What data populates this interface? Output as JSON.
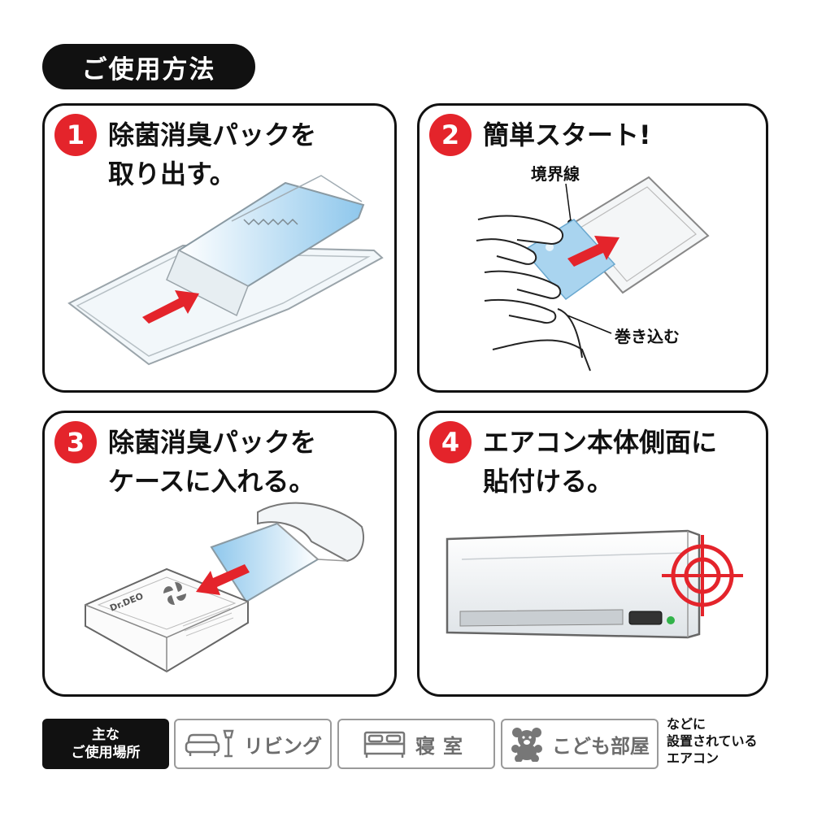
{
  "header": {
    "title": "ご使用方法"
  },
  "steps": [
    {
      "number": "1",
      "line1": "除菌消臭パックを",
      "line2": "取り出す。"
    },
    {
      "number": "2",
      "line1": "簡単スタート!",
      "callout_top": "境界線",
      "callout_bottom": "巻き込む"
    },
    {
      "number": "3",
      "line1": "除菌消臭パックを",
      "line2": "ケースに入れる。",
      "case_brand": "Dr.DEO"
    },
    {
      "number": "4",
      "line1": "エアコン本体側面に",
      "line2": "貼付ける。"
    }
  ],
  "footer": {
    "label_line1": "主な",
    "label_line2": "ご使用場所",
    "places": [
      {
        "label": "リビング",
        "icon": "sofa-lamp-icon"
      },
      {
        "label": "寝室",
        "icon": "bed-icon"
      },
      {
        "label": "こども部屋",
        "icon": "teddy-bear-icon"
      }
    ],
    "note_line1": "などに",
    "note_line2": "設置されている",
    "note_line3": "エアコン"
  },
  "colors": {
    "accent": "#e4242b",
    "dark": "#111111",
    "pack_blue": "#a9d4ef",
    "gray": "#9a9a9a"
  }
}
